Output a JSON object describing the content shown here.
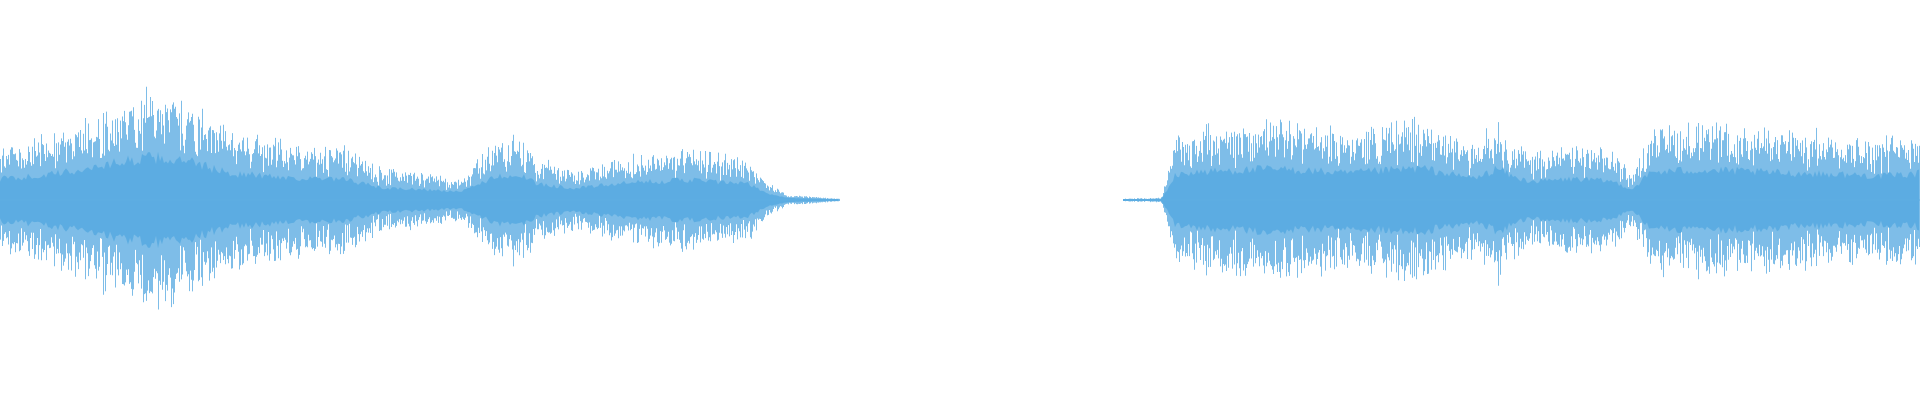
{
  "waveform": {
    "color": "#5dade2",
    "background": "#ffffff",
    "amplitude_scale": [
      -1,
      1
    ],
    "segments": [
      {
        "name": "segment-1",
        "start_fraction": 0.0,
        "end_fraction": 0.437,
        "envelope": [
          [
            0.0,
            0.4
          ],
          [
            0.02,
            0.45
          ],
          [
            0.04,
            0.55
          ],
          [
            0.06,
            0.7
          ],
          [
            0.08,
            0.8
          ],
          [
            0.1,
            0.7
          ],
          [
            0.12,
            0.5
          ],
          [
            0.14,
            0.45
          ],
          [
            0.16,
            0.4
          ],
          [
            0.18,
            0.38
          ],
          [
            0.2,
            0.22
          ],
          [
            0.22,
            0.2
          ],
          [
            0.24,
            0.15
          ],
          [
            0.25,
            0.32
          ],
          [
            0.26,
            0.45
          ],
          [
            0.27,
            0.48
          ],
          [
            0.28,
            0.3
          ],
          [
            0.3,
            0.22
          ],
          [
            0.32,
            0.3
          ],
          [
            0.34,
            0.35
          ],
          [
            0.36,
            0.38
          ],
          [
            0.38,
            0.32
          ],
          [
            0.39,
            0.3
          ],
          [
            0.4,
            0.12
          ],
          [
            0.41,
            0.04
          ],
          [
            0.437,
            0.01
          ]
        ]
      },
      {
        "name": "segment-2",
        "start_fraction": 0.585,
        "end_fraction": 1.0,
        "envelope": [
          [
            0.585,
            0.01
          ],
          [
            0.605,
            0.02
          ],
          [
            0.612,
            0.45
          ],
          [
            0.62,
            0.52
          ],
          [
            0.64,
            0.55
          ],
          [
            0.66,
            0.58
          ],
          [
            0.68,
            0.56
          ],
          [
            0.7,
            0.5
          ],
          [
            0.72,
            0.55
          ],
          [
            0.74,
            0.6
          ],
          [
            0.76,
            0.45
          ],
          [
            0.77,
            0.42
          ],
          [
            0.78,
            0.6
          ],
          [
            0.79,
            0.4
          ],
          [
            0.8,
            0.35
          ],
          [
            0.82,
            0.4
          ],
          [
            0.84,
            0.35
          ],
          [
            0.85,
            0.2
          ],
          [
            0.86,
            0.52
          ],
          [
            0.88,
            0.56
          ],
          [
            0.9,
            0.55
          ],
          [
            0.92,
            0.52
          ],
          [
            0.94,
            0.5
          ],
          [
            0.96,
            0.48
          ],
          [
            0.98,
            0.45
          ],
          [
            1.0,
            0.5
          ]
        ]
      }
    ]
  }
}
